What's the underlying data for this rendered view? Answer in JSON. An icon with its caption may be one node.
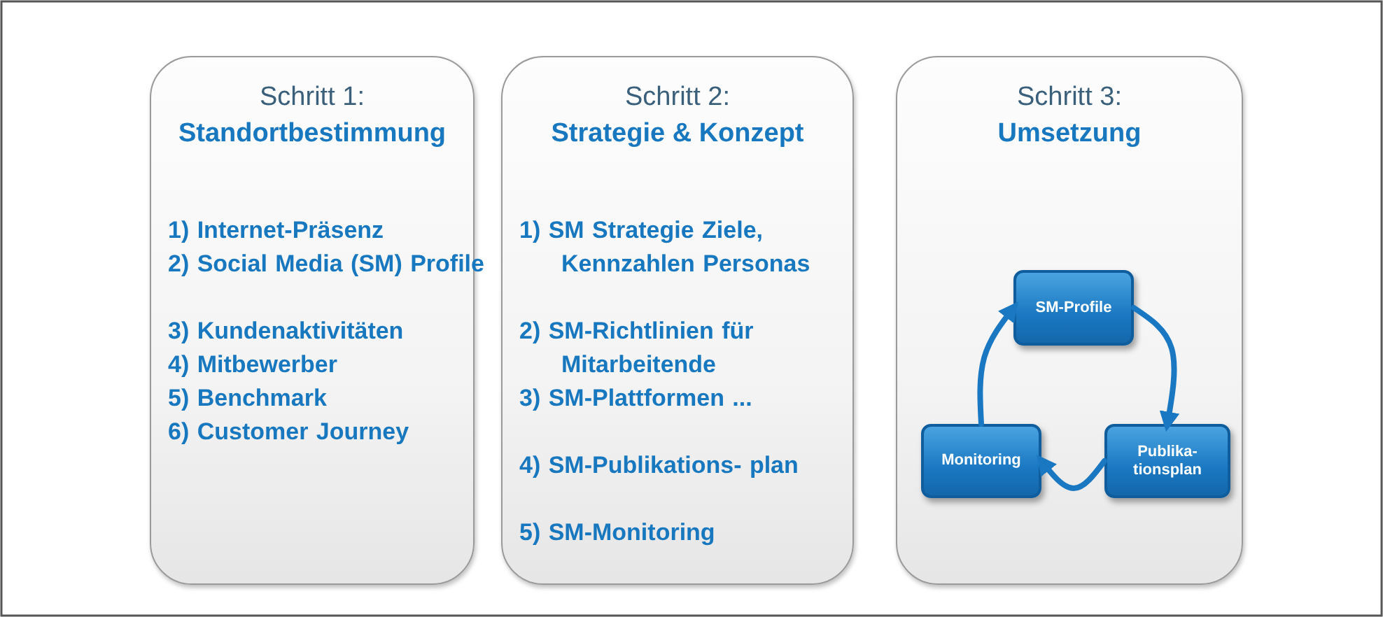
{
  "diagram": {
    "nodes": [
      {
        "text": [
          "Schritt 1:",
          "Standortbestimmung",
          "1) Internet-Präsenz",
          "2) Social Media (SM) Profile",
          "3) Kundenaktivitäten",
          "4) Mitbewerber",
          "5) Benchmark",
          "6) Customer Journey"
        ]
      },
      {
        "text": [
          "Schritt 2:",
          "Strategie & Konzept",
          "1) SM Strategie Ziele, Kennzahlen Personas",
          "2) SM-Richtlinien für Mitarbeitende",
          "3) SM-Plattformen ...",
          "4) SM-Publikations- plan",
          "5) SM-Monitoring"
        ]
      },
      {
        "text": [
          "Schritt 3:",
          "Umsetzung"
        ]
      },
      {
        "text": [
          "SM-Profile"
        ],
        "in": 2
      },
      {
        "text": [
          "Publika- tionsplan"
        ],
        "in": 2
      },
      {
        "text": [
          "Monitoring"
        ],
        "in": 2
      }
    ],
    "edges": [
      {
        "from": 3,
        "to": 4,
        "arrow": "to"
      },
      {
        "from": 4,
        "to": 5,
        "arrow": "to"
      },
      {
        "from": 5,
        "to": 3,
        "arrow": "to"
      }
    ]
  }
}
